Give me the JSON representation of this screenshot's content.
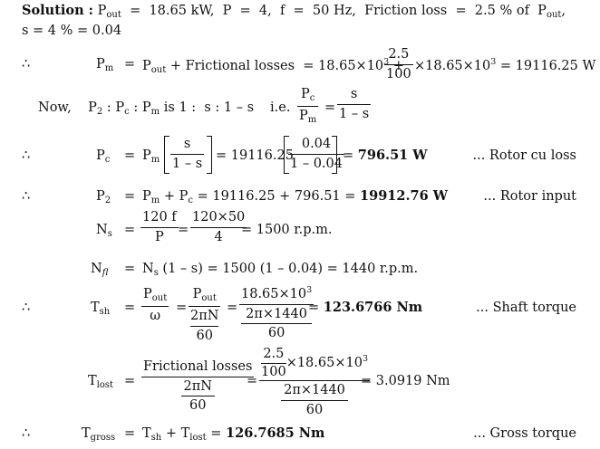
{
  "doc": {
    "solution_label": "Solution :",
    "given_1": "P",
    "given_1_sub": "out",
    "given_1_rest": "  =  18.65 kW,  P  =  4,  f  =  50 Hz,  Friction loss  =  2.5 % of  P",
    "given_1_end_sub": "out",
    "given_1_end": ",",
    "given_2": "s = 4 % = 0.04",
    "therefore": "∴",
    "now_label": "Now,",
    "ie_label": "i.e.",
    "eq_ratio": "P",
    "eq_ratio_rest": " : P",
    "eq_ratio_rest2": " : P",
    "eq_ratio_tail": " is 1 :  s : 1 – s",
    "pm_lhs": "P",
    "pm_lhs_sub": "m",
    "pm_eq": "=",
    "pm_rhs_a": "P",
    "pm_rhs_a_sub": "out",
    "pm_rhs_b": " + Frictional losses  = 18.65×10",
    "pm_rhs_b_sup": "3",
    "pm_rhs_plus": " +",
    "pm_frac_num": "2.5",
    "pm_frac_den": "100",
    "pm_rhs_c": "×18.65×10",
    "pm_rhs_c_sup": "3",
    "pm_rhs_d": " = 19116.25 W",
    "ratio_frac_num": "P",
    "ratio_frac_num_sub": "c",
    "ratio_frac_den": "P",
    "ratio_frac_den_sub": "m",
    "ratio_frac2_num": "s",
    "ratio_frac2_den": "1 – s",
    "pc_lhs": "P",
    "pc_lhs_sub": "c",
    "pc_rhs_a": "P",
    "pc_rhs_a_sub": "m",
    "pc_frac_num": "s",
    "pc_frac_den": "1 – s",
    "pc_rhs_b": "= 19116.25",
    "pc_frac2_num": "0.04",
    "pc_frac2_den": "1 – 0.04",
    "pc_rhs_c": "=",
    "pc_result": "796.51 W",
    "pc_tag": "... Rotor cu loss",
    "p2_lhs": "P",
    "p2_lhs_sub": "2",
    "p2_rhs": "P",
    "p2_rhs_sub1": "m",
    "p2_rhs_mid": " + P",
    "p2_rhs_sub2": "c",
    "p2_rhs_end": " = 19116.25 + 796.51 =",
    "p2_result": "19912.76 W",
    "p2_tag": "... Rotor input",
    "ns_lhs": "N",
    "ns_lhs_sub": "s",
    "ns_frac_num": "120 f",
    "ns_frac_den": "P",
    "ns_frac2_num": "120×50",
    "ns_frac2_den": "4",
    "ns_rhs": "= 1500 r.p.m.",
    "nfl_lhs": "N",
    "nfl_lhs_sub": "fl",
    "nfl_rhs_a": "N",
    "nfl_rhs_a_sub": "s",
    "nfl_rhs_b": " (1 – s) = 1500 (1 – 0.04) = 1440 r.p.m.",
    "tsh_lhs": "T",
    "tsh_lhs_sub": "sh",
    "tsh_f1_num": "P",
    "tsh_f1_num_sub": "out",
    "tsh_f1_den": "ω",
    "tsh_f2_num": "P",
    "tsh_f2_num_sub": "out",
    "tsh_f2_den_num": "2πN",
    "tsh_f2_den_den": "60",
    "tsh_f3_num": "18.65×10",
    "tsh_f3_num_sup": "3",
    "tsh_f3_den_num": "2π×1440",
    "tsh_f3_den_den": "60",
    "tsh_rhs": "=",
    "tsh_result": "123.6766 Nm",
    "tsh_tag": "... Shaft torque",
    "tlost_lhs": "T",
    "tlost_lhs_sub": "lost",
    "tlost_f1_num": "Frictional losses",
    "tlost_f1_den_num": "2πN",
    "tlost_f1_den_den": "60",
    "tlost_f2_num_a": "2.5",
    "tlost_f2_num_b": "100",
    "tlost_f2_num_c": "×18.65×10",
    "tlost_f2_num_sup": "3",
    "tlost_f2_den_num": "2π×1440",
    "tlost_f2_den_den": "60",
    "tlost_rhs": "= 3.0919 Nm",
    "tg_lhs": "T",
    "tg_lhs_sub": "gross",
    "tg_rhs_a": "T",
    "tg_rhs_a_sub": "sh",
    "tg_rhs_b": " + T",
    "tg_rhs_b_sub": "lost",
    "tg_rhs_c": " =",
    "tg_result": "126.7685 Nm",
    "tg_tag": "... Gross torque",
    "eq": "="
  }
}
